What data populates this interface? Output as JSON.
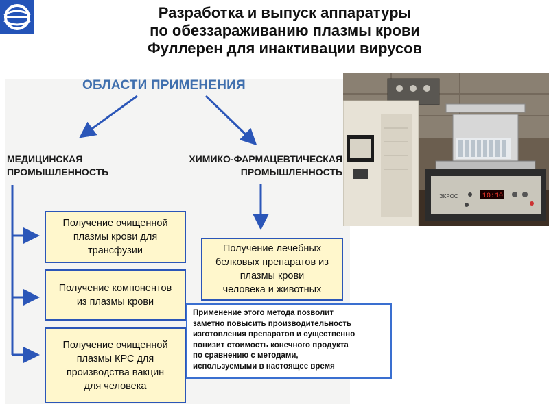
{
  "title": {
    "line1": "Разработка и выпуск аппаратуры",
    "line2": "по обеззараживанию плазмы крови",
    "line3": "Фуллерен для инактивации вирусов"
  },
  "diagram": {
    "heading": "ОБЛАСТИ ПРИМЕНЕНИЯ",
    "left_category": {
      "line1": "МЕДИЦИНСКАЯ",
      "line2": "ПРОМЫШЛЕННОСТЬ"
    },
    "right_category": {
      "line1": "ХИМИКО-ФАРМАЦЕВТИЧЕСКАЯ",
      "line2": "ПРОМЫШЛЕННОСТЬ"
    },
    "left_items": [
      {
        "lines": [
          "Получение очищенной",
          "плазмы крови для",
          "трансфузии"
        ]
      },
      {
        "lines": [
          "Получение компонентов",
          "из плазмы крови"
        ]
      },
      {
        "lines": [
          "Получение очищенной",
          "плазмы КРС для",
          "производства вакцин",
          "для человека"
        ]
      }
    ],
    "right_item": {
      "lines": [
        "Получение лечебных",
        "белковых препаратов из",
        "плазмы крови",
        "человека и животных"
      ]
    }
  },
  "note": {
    "lines": [
      "Применение этого метода позволит",
      "заметно повысить производительность",
      "изготовления препаратов и существенно",
      "понизит стоимость конечного продукта",
      "по сравнению с методами,",
      "используемыми в настоящее время"
    ]
  },
  "photo": {
    "device_label": "ЭКРОС",
    "display_value": "10:10"
  },
  "colors": {
    "heading": "#3f6fae",
    "box_fill": "#fff7cc",
    "box_border": "#2b56b8",
    "arrow": "#2b56b8"
  }
}
